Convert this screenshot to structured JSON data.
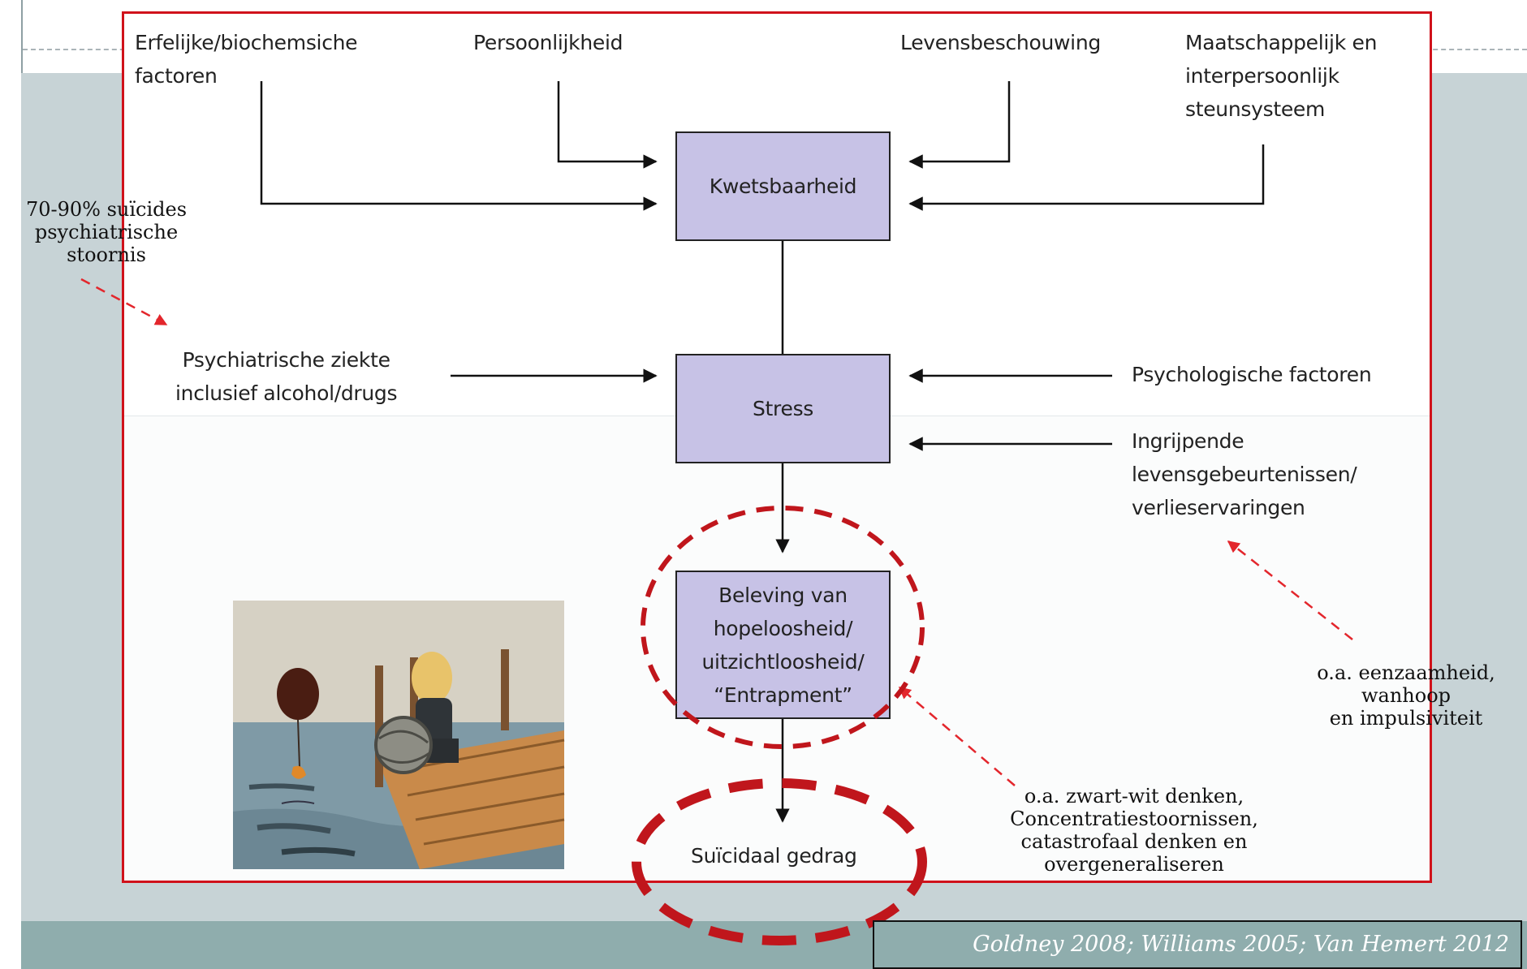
{
  "diagram": {
    "factors_top": {
      "erfelijk": "Erfelijke/biochemsiche\nfactoren",
      "persoonlijkheid": "Persoonlijkheid",
      "levensbeschouwing": "Levensbeschouwing",
      "maatschappelijk": "Maatschappelijk en\ninterpersoonlijk\nsteunsysteem"
    },
    "boxes": {
      "kwetsbaarheid": "Kwetsbaarheid",
      "stress": "Stress",
      "beleving": "Beleving van\nhopeloosheid/\nuitzichtloosheid/\n“Entrapment”"
    },
    "factors_middle": {
      "psychiatrisch": "Psychiatrische ziekte\ninclusief alcohol/drugs",
      "psychologisch": "Psychologische factoren",
      "ingrijpend": "Ingrijpende\nlevensgebeurtenissen/\nverlieservaringen"
    },
    "outcome": "Suïcidaal gedrag"
  },
  "annotations": {
    "psychiatric_pct": "70-90% suïcides\npsychiatrische\nstoornis",
    "eenzaamheid": "o.a. eenzaamheid,\nwanhoop\nen impulsiviteit",
    "cognitive": "o.a. zwart-wit denken,\nConcentratiestoornissen,\ncatastrofaal denken en\novergeneraliseren"
  },
  "citation": "Goldney 2008; Williams 2005; Van Hemert 2012",
  "colors": {
    "box_fill": "#c7c2e6",
    "frame_red": "#d0121b",
    "circle_red": "#c0161c",
    "slide_blue": "#c7d3d6",
    "footer_teal": "#8fadad"
  }
}
